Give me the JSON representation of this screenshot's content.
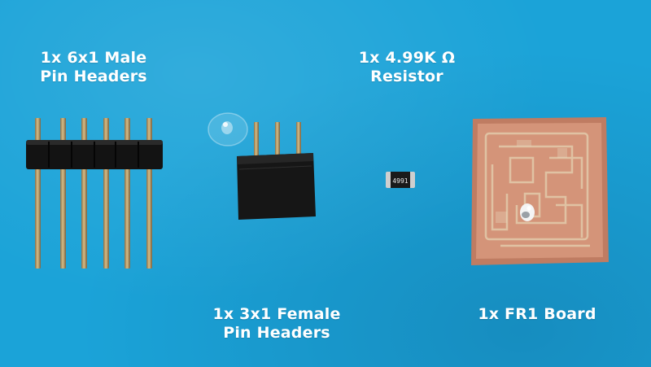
{
  "scene": {
    "background_color": "#1ba3d8",
    "description_items": [
      {
        "id": "male_headers",
        "lines": [
          "1x 6x1 Male",
          "Pin Headers"
        ]
      },
      {
        "id": "resistor",
        "lines": [
          "1x 4.99K Ω",
          "Resistor"
        ]
      },
      {
        "id": "female_headers",
        "lines": [
          "1x 3x1 Female",
          "Pin Headers"
        ]
      },
      {
        "id": "fr1_board",
        "lines": [
          "1x FR1 Board"
        ]
      }
    ],
    "resistor_marking": "4991",
    "colors": {
      "text": "#ffffff",
      "header_plastic": "#141414",
      "pin_metal": "#b89a62",
      "copper": "#c9866a",
      "board_edge": "#b87a60"
    }
  }
}
